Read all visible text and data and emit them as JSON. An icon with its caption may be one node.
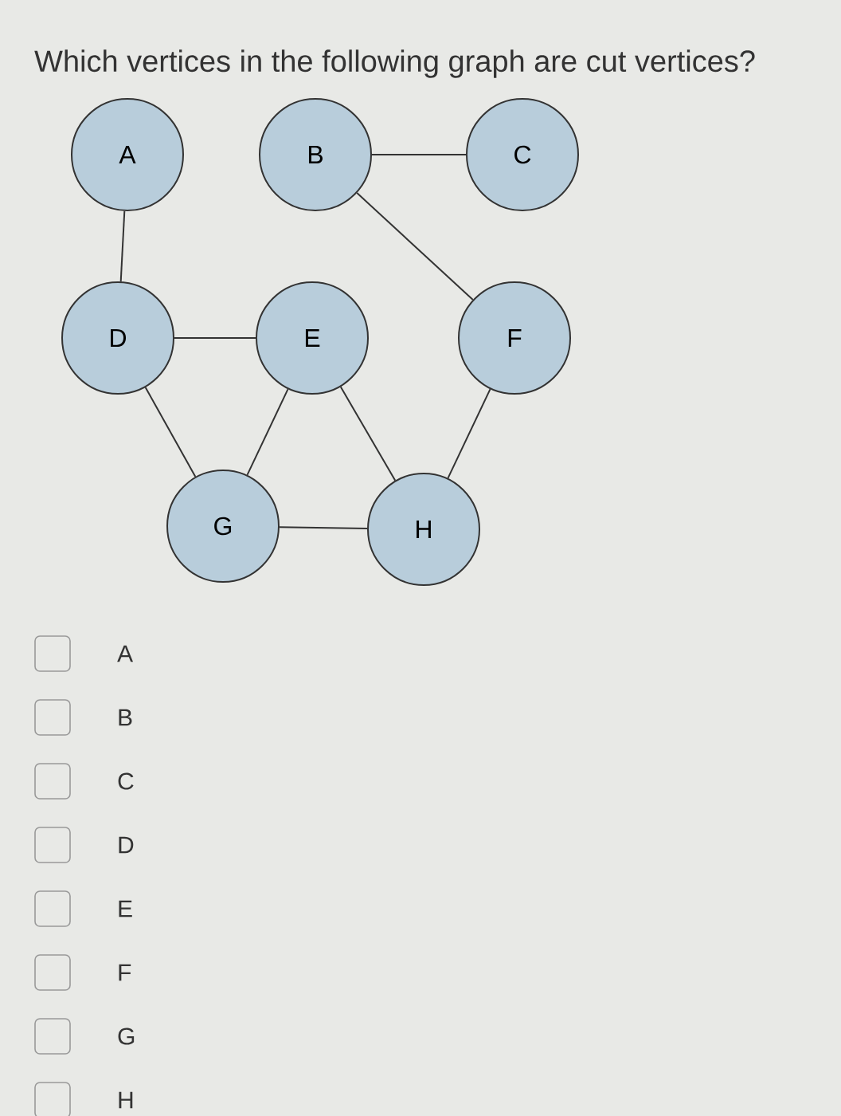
{
  "diagram": {
    "title": "Which vertices in the following graph are cut vertices?",
    "nodes": [
      {
        "text": [
          "A"
        ]
      },
      {
        "text": [
          "B"
        ]
      },
      {
        "text": [
          "C"
        ]
      },
      {
        "text": [
          "D"
        ]
      },
      {
        "text": [
          "E"
        ]
      },
      {
        "text": [
          "F"
        ]
      },
      {
        "text": [
          "G"
        ]
      },
      {
        "text": [
          "H"
        ]
      }
    ],
    "edges": [
      {
        "from": 0,
        "to": 3,
        "arrow": "none"
      },
      {
        "from": 1,
        "to": 2,
        "arrow": "none"
      },
      {
        "from": 1,
        "to": 5,
        "arrow": "none"
      },
      {
        "from": 3,
        "to": 4,
        "arrow": "none"
      },
      {
        "from": 3,
        "to": 6,
        "arrow": "none"
      },
      {
        "from": 4,
        "to": 6,
        "arrow": "none"
      },
      {
        "from": 4,
        "to": 7,
        "arrow": "none"
      },
      {
        "from": 6,
        "to": 7,
        "arrow": "none"
      },
      {
        "from": 5,
        "to": 7,
        "arrow": "none"
      }
    ],
    "labels": [
      "A",
      "B",
      "C",
      "D",
      "E",
      "F",
      "G",
      "H"
    ]
  }
}
